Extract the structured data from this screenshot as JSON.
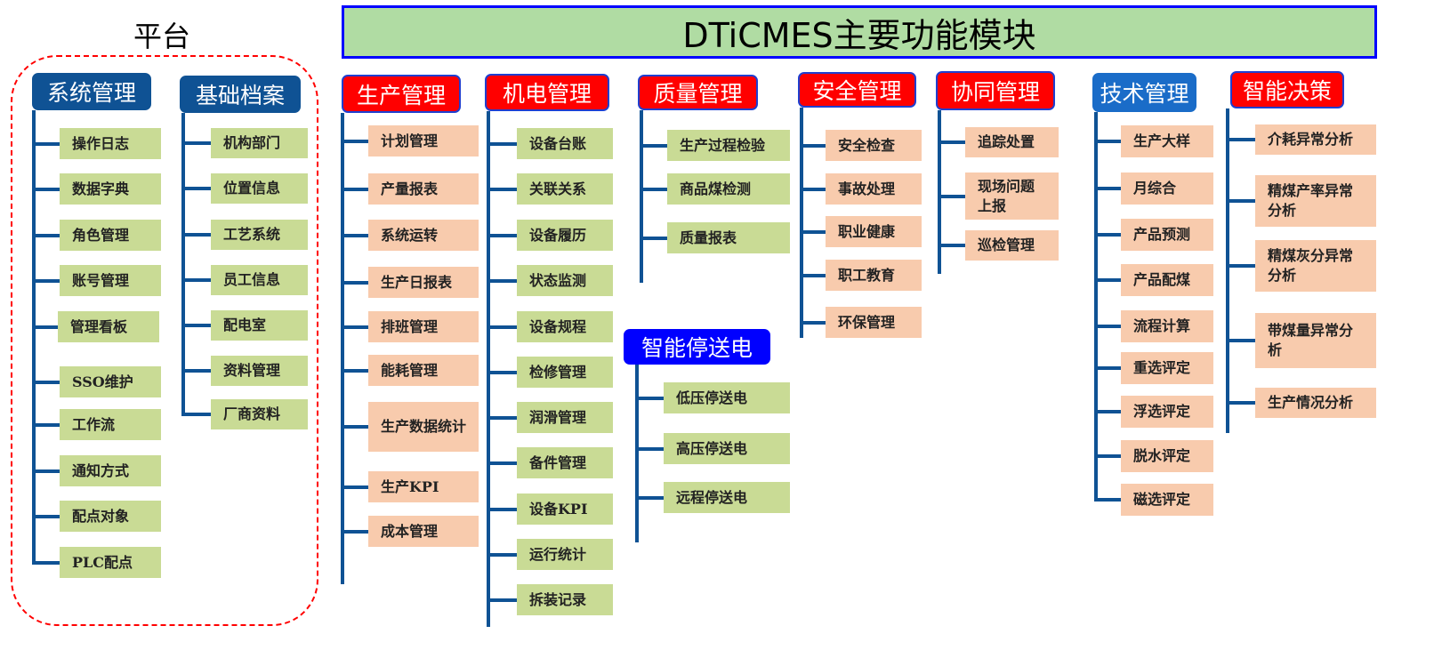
{
  "title": "DTiCMES主要功能模块",
  "platform_label": "平台",
  "colors": {
    "blue_header": "#0F5294",
    "red_header": "#FF0000",
    "tech_header": "#1A6CC8",
    "power_header": "#0000FF",
    "green_item": "#C9DB95",
    "salmon_item": "#F8CBAD",
    "line": "#0F5294"
  },
  "columns": [
    {
      "id": "system",
      "header": "系统管理",
      "style": "blue",
      "item_style": "green",
      "items": [
        "操作日志",
        "数据字典",
        "角色管理",
        "账号管理",
        "管理看板",
        "SSO维护",
        "工作流",
        "通知方式",
        "配点对象",
        "PLC配点"
      ]
    },
    {
      "id": "archive",
      "header": "基础档案",
      "style": "blue",
      "item_style": "green",
      "items": [
        "机构部门",
        "位置信息",
        "工艺系统",
        "员工信息",
        "配电室",
        "资料管理",
        "厂商资料"
      ]
    },
    {
      "id": "production",
      "header": "生产管理",
      "style": "red",
      "item_style": "salmon",
      "items": [
        "计划管理",
        "产量报表",
        "系统运转",
        "生产日报表",
        "排班管理",
        "能耗管理",
        "生产数据统计",
        "生产KPI",
        "成本管理"
      ]
    },
    {
      "id": "electromech",
      "header": "机电管理",
      "style": "red",
      "item_style": "green",
      "items": [
        "设备台账",
        "关联关系",
        "设备履历",
        "状态监测",
        "设备规程",
        "检修管理",
        "润滑管理",
        "备件管理",
        "设备KPI",
        "运行统计",
        "拆装记录"
      ]
    },
    {
      "id": "quality",
      "header": "质量管理",
      "style": "red",
      "item_style": "green",
      "items": [
        "生产过程检验",
        "商品煤检测",
        "质量报表"
      ]
    },
    {
      "id": "power",
      "header": "智能停送电",
      "style": "power",
      "item_style": "green",
      "items": [
        "低压停送电",
        "高压停送电",
        "远程停送电"
      ]
    },
    {
      "id": "safety",
      "header": "安全管理",
      "style": "red",
      "item_style": "salmon",
      "items": [
        "安全检查",
        "事故处理",
        "职业健康",
        "职工教育",
        "环保管理"
      ]
    },
    {
      "id": "collab",
      "header": "协同管理",
      "style": "red",
      "item_style": "salmon",
      "items": [
        "追踪处置",
        "现场问题上报",
        "巡检管理"
      ]
    },
    {
      "id": "tech",
      "header": "技术管理",
      "style": "tech",
      "item_style": "salmon",
      "items": [
        "生产大样",
        "月综合",
        "产品预测",
        "产品配煤",
        "流程计算",
        "重选评定",
        "浮选评定",
        "脱水评定",
        "磁选评定"
      ]
    },
    {
      "id": "decision",
      "header": "智能决策",
      "style": "red",
      "item_style": "salmon",
      "items": [
        "介耗异常分析",
        "精煤产率异常分析",
        "精煤灰分异常分析",
        "带煤量异常分析",
        "生产情况分析"
      ]
    }
  ]
}
